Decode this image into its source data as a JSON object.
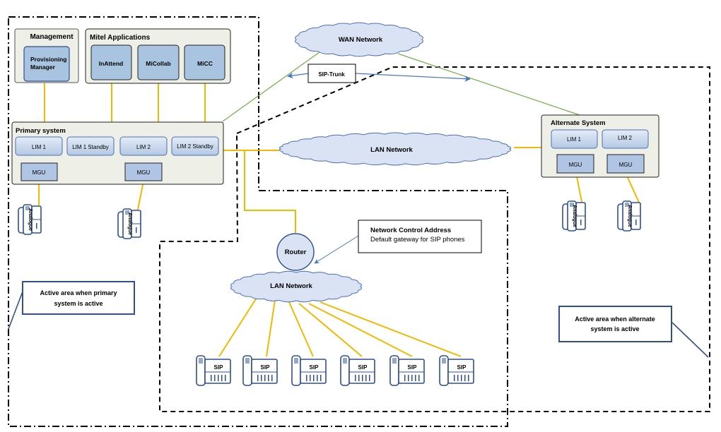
{
  "title": "Mitel primary/alternate system network diagram",
  "colors": {
    "connection": "#f5b800",
    "wan_link": "#70ad47",
    "sip_trunk": "#4472c4",
    "group_fill": "#eef0e8",
    "app_fill": "#a9c4e0",
    "cloud_fill": "#dae3f3",
    "cloud_stroke": "#4a6fb5",
    "device_stroke": "#2f4f8f"
  },
  "management": {
    "title": "Management",
    "items": [
      {
        "label_line1": "Provisioning",
        "label_line2": "Manager"
      }
    ]
  },
  "applications": {
    "title": "Mitel Applications",
    "items": [
      {
        "label": "InAttend"
      },
      {
        "label": "MiCollab"
      },
      {
        "label": "MiCC"
      }
    ]
  },
  "wan": {
    "label": "WAN Network"
  },
  "sip_trunk": {
    "label": "SIP-Trunk"
  },
  "lan_top": {
    "label": "LAN Network"
  },
  "lan_bottom": {
    "label": "LAN Network"
  },
  "router": {
    "label": "Router"
  },
  "primary": {
    "title": "Primary system",
    "lims": [
      {
        "label": "LIM 1"
      },
      {
        "label": "LIM 1 Standby"
      },
      {
        "label": "LIM 2"
      },
      {
        "label": "LIM 2 Standby"
      }
    ],
    "mgus": [
      {
        "label": "MGU"
      },
      {
        "label": "MGU"
      }
    ],
    "phones": [
      {
        "label": "Analogue"
      },
      {
        "label": "Analogue"
      }
    ]
  },
  "alternate": {
    "title": "Alternate System",
    "lims": [
      {
        "label": "LIM 1"
      },
      {
        "label": "LIM 2"
      }
    ],
    "mgus": [
      {
        "label": "MGU"
      },
      {
        "label": "MGU"
      }
    ],
    "phones": [
      {
        "label": "Analogue"
      },
      {
        "label": "Analogue"
      }
    ]
  },
  "sip_phones": [
    {
      "label": "SIP"
    },
    {
      "label": "SIP"
    },
    {
      "label": "SIP"
    },
    {
      "label": "SIP"
    },
    {
      "label": "SIP"
    },
    {
      "label": "SIP"
    }
  ],
  "callouts": {
    "network_control": {
      "line1": "Network Control Address",
      "line2": "Default gateway for SIP phones"
    },
    "primary_area": {
      "line1": "Active area when primary",
      "line2": "system is active"
    },
    "alternate_area": {
      "line1": "Active area when alternate",
      "line2": "system is active"
    }
  }
}
